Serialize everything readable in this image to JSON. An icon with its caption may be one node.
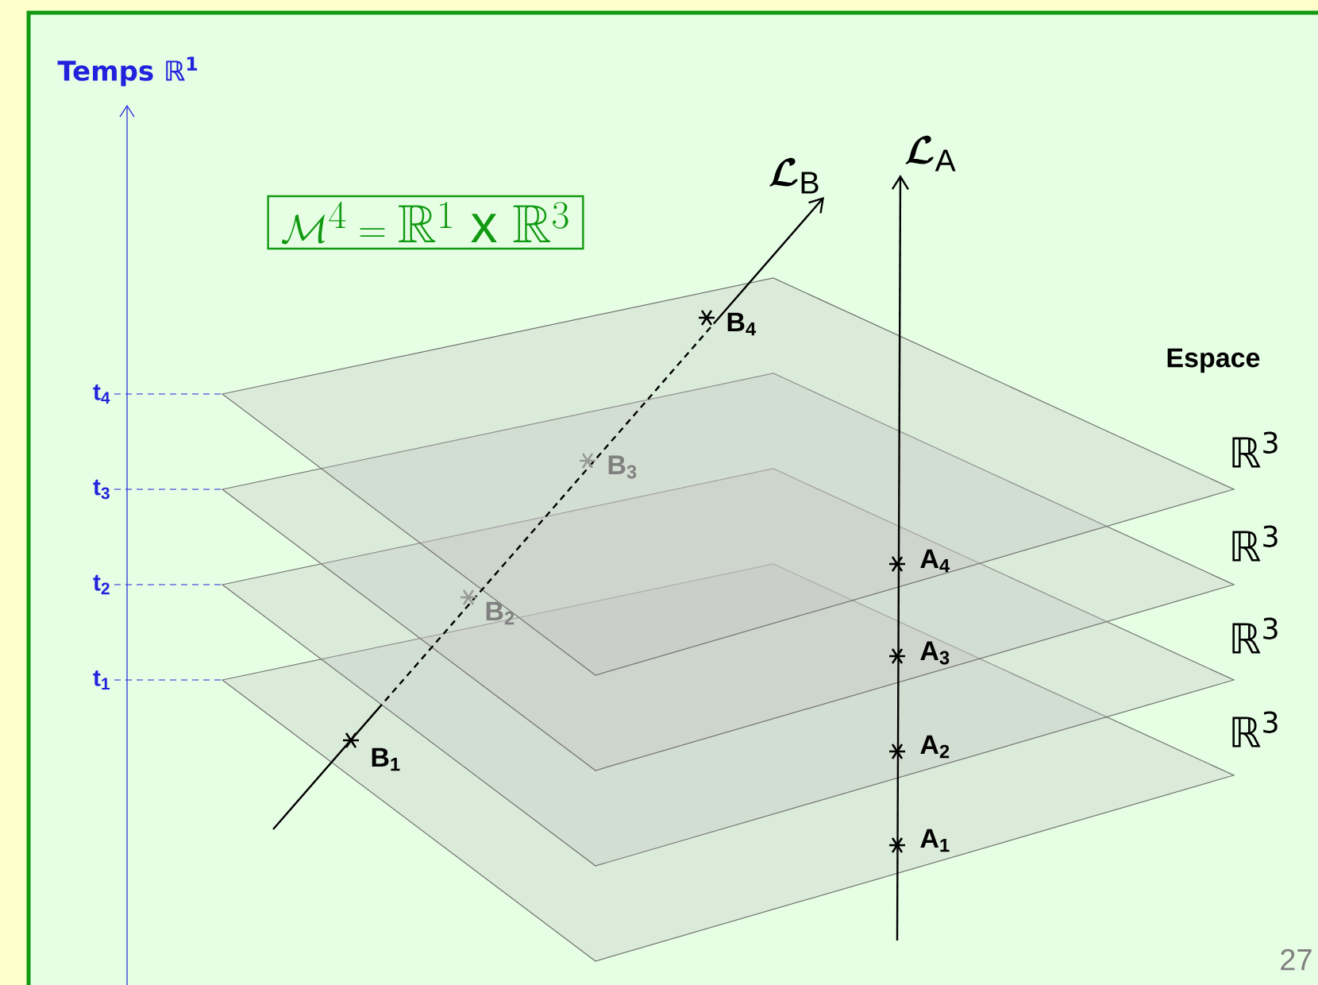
{
  "diagram": {
    "nodes": [
      {
        "text": [
          "\\mathcal{M}^{4}=\\mathbb{R}^{1}\\ \\mathrm{x}\\ \\mathbb{R}^{3}"
        ]
      },
      {
        "text": [
          "\\boldsymbol{\\mathcal{L}}_{\\mathrm{B}}"
        ]
      },
      {
        "text": [
          "\\boldsymbol{\\mathcal{L}}_{\\mathrm{A}}"
        ]
      },
      {
        "text": [
          "t$_{4}$"
        ]
      },
      {
        "text": [
          "t$_{3}$"
        ]
      },
      {
        "text": [
          "t$_{2}$"
        ]
      },
      {
        "text": [
          "t$_{1}$"
        ]
      },
      {
        "text": [],
        "shape": "plane"
      },
      {
        "text": [],
        "shape": "plane"
      },
      {
        "text": [],
        "shape": "plane"
      },
      {
        "text": [],
        "shape": "plane"
      }
    ],
    "edges": [
      {
        "from": 3,
        "to": 7,
        "arrow": "none",
        "style": "dashed"
      },
      {
        "from": 4,
        "to": 8,
        "arrow": "none",
        "style": "dashed"
      },
      {
        "from": 5,
        "to": 9,
        "arrow": "none",
        "style": "dashed"
      },
      {
        "from": 6,
        "to": 10,
        "arrow": "none",
        "style": "dashed"
      },
      {
        "from": null,
        "to": 1,
        "arrow": "to",
        "style": "dashed",
        "color": "#000000"
      },
      {
        "from": null,
        "to": 2,
        "arrow": "to",
        "color": "#000000"
      }
    ],
    "labels": [
      "Temps ℝ$^{1}$",
      "B$_{4}$",
      "Espace",
      "ℝ$^{3}$",
      "B$_{3}$",
      "ℝ$^{3}$",
      "A$_{4}$",
      "B$_{2}$",
      "ℝ$^{3}$",
      "A$_{3}$",
      "ℝ$^{3}$",
      "B$_{1}$",
      "A$_{2}$",
      "A$_{1}$",
      "27"
    ]
  }
}
